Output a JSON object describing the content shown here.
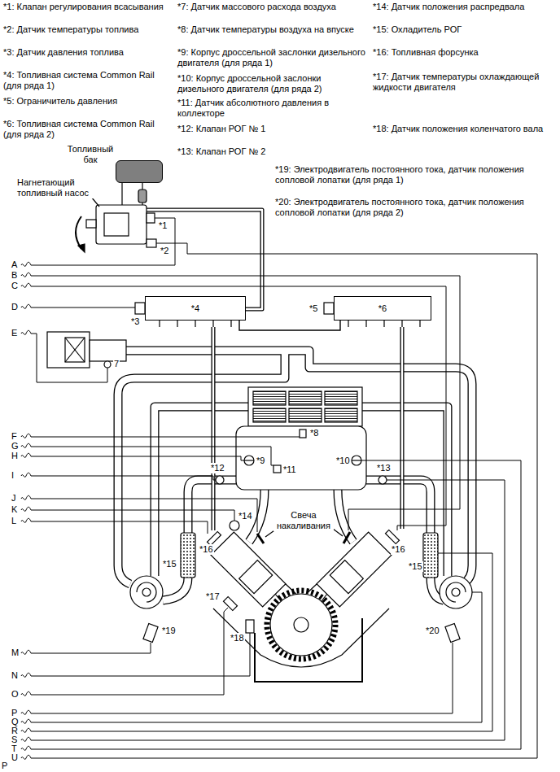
{
  "diagram": {
    "nodes": [
      {
        "text": [
          "Топливный бак"
        ]
      },
      {
        "text": [
          "*4"
        ]
      },
      {
        "text": [
          "*6"
        ]
      }
    ],
    "edges": [
      {
        "from": 1,
        "to": 2,
        "arrow": "none"
      }
    ],
    "labels": [
      "*1: Клапан регулирования всасывания",
      "*2: Датчик температуры топлива",
      "*3: Датчик давления топлива",
      "*4: Топливная система Common Rail (для ряда 1)",
      "*5: Ограничитель давления",
      "*6: Топливная система Common Rail (для ряда 2)",
      "*7: Датчик массового расхода воздуха",
      "*8: Датчик температуры воздуха на впуске",
      "*9: Корпус дроссельной заслонки дизельного двигателя (для ряда 1)",
      "*10: Корпус дроссельной заслонки дизельного двигателя (для ряда 2)",
      "*11: Датчик абсолютного давления в коллекторе",
      "*12: Клапан РОГ № 1",
      "*13: Клапан РОГ № 2",
      "*14: Датчик положения распредвала",
      "*15: Охладитель РОГ",
      "*16: Топливная форсунка",
      "*17: Датчик температуры охлаждающей жидкости двигателя",
      "*18: Датчик положения коленчатого вала",
      "*19: Электродвигатель постоянного тока, датчик положения сопловой лопатки (для ряда 1)",
      "*20: Электродвигатель постоянного тока, датчик положения сопловой лопатки (для ряда 2)",
      "Нагнетающий топливный насос",
      "*1",
      "*2",
      "*3",
      "*5",
      "7",
      "*8",
      "*9",
      "*10",
      "*11",
      "*12",
      "*13",
      "*14",
      "Свеча накаливания",
      "*16",
      "*16",
      "*15",
      "*15",
      "*17",
      "*18",
      "*19",
      "*20",
      "A",
      "B",
      "C",
      "D",
      "E",
      "F",
      "G",
      "H",
      "I",
      "J",
      "K",
      "L",
      "M",
      "N",
      "O",
      "P",
      "Q",
      "R",
      "S",
      "T",
      "U",
      "P"
    ]
  }
}
